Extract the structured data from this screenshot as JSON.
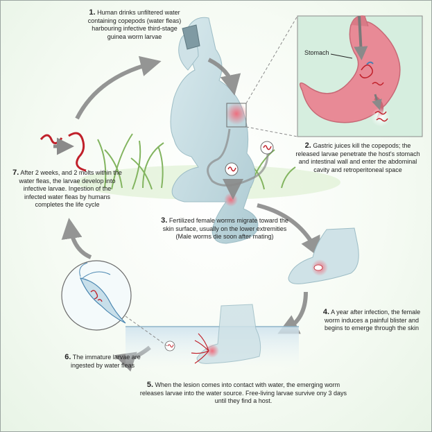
{
  "labels": {
    "stomach": "Stomach"
  },
  "steps": [
    {
      "number": "1.",
      "text": "Human drinks unfiltered water containing copepods (water fleas) harbouring infective third-stage guinea worm larvae"
    },
    {
      "number": "2.",
      "text": "Gastric juices kill the copepods; the released larvae penetrate the host's stomach and intestinal wall and enter the abdominal cavity and retroperitoneal space"
    },
    {
      "number": "3.",
      "text": "Fertilized female worms migrate toward the skin surface, usually on the lower extremities (Male worms die soon after mating)"
    },
    {
      "number": "4.",
      "text": "A year after infection, the female worm induces a painful blister and begins to emerge through the skin"
    },
    {
      "number": "5.",
      "text": "When the lesion comes into contact with water, the emerging worm releases larvae into the water source. Free-living larvae survive ony 3 days until they find a host."
    },
    {
      "number": "6.",
      "text": "The immature larvae are ingested by water fleas"
    },
    {
      "number": "7.",
      "text": "After 2 weeks, and 2 molts within the water fleas, the larvae develop into infective larvae. Ingestion of the infected water fleas by humans completes the life cycle"
    }
  ],
  "colors": {
    "arrow": "#8a8a8a",
    "figure": "#c6dde2",
    "worm": "#c0202a",
    "stomach": "#e88a96",
    "grass": "#6ea845",
    "water": "#b9d6e8"
  }
}
